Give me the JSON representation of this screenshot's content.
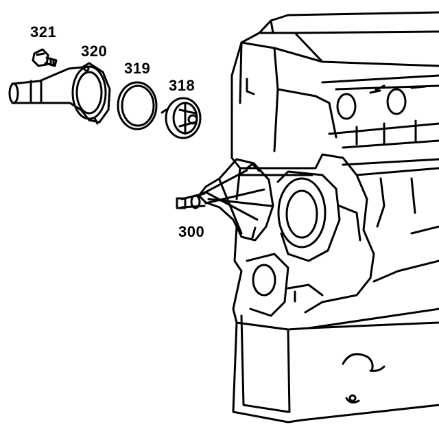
{
  "callouts": {
    "bolt": "321",
    "thermostat_housing_cover": "320",
    "seal_ring": "319",
    "thermostat": "318",
    "water_pump": "300"
  },
  "colors": {
    "ink": "#000000",
    "paper": "#ffffff"
  }
}
